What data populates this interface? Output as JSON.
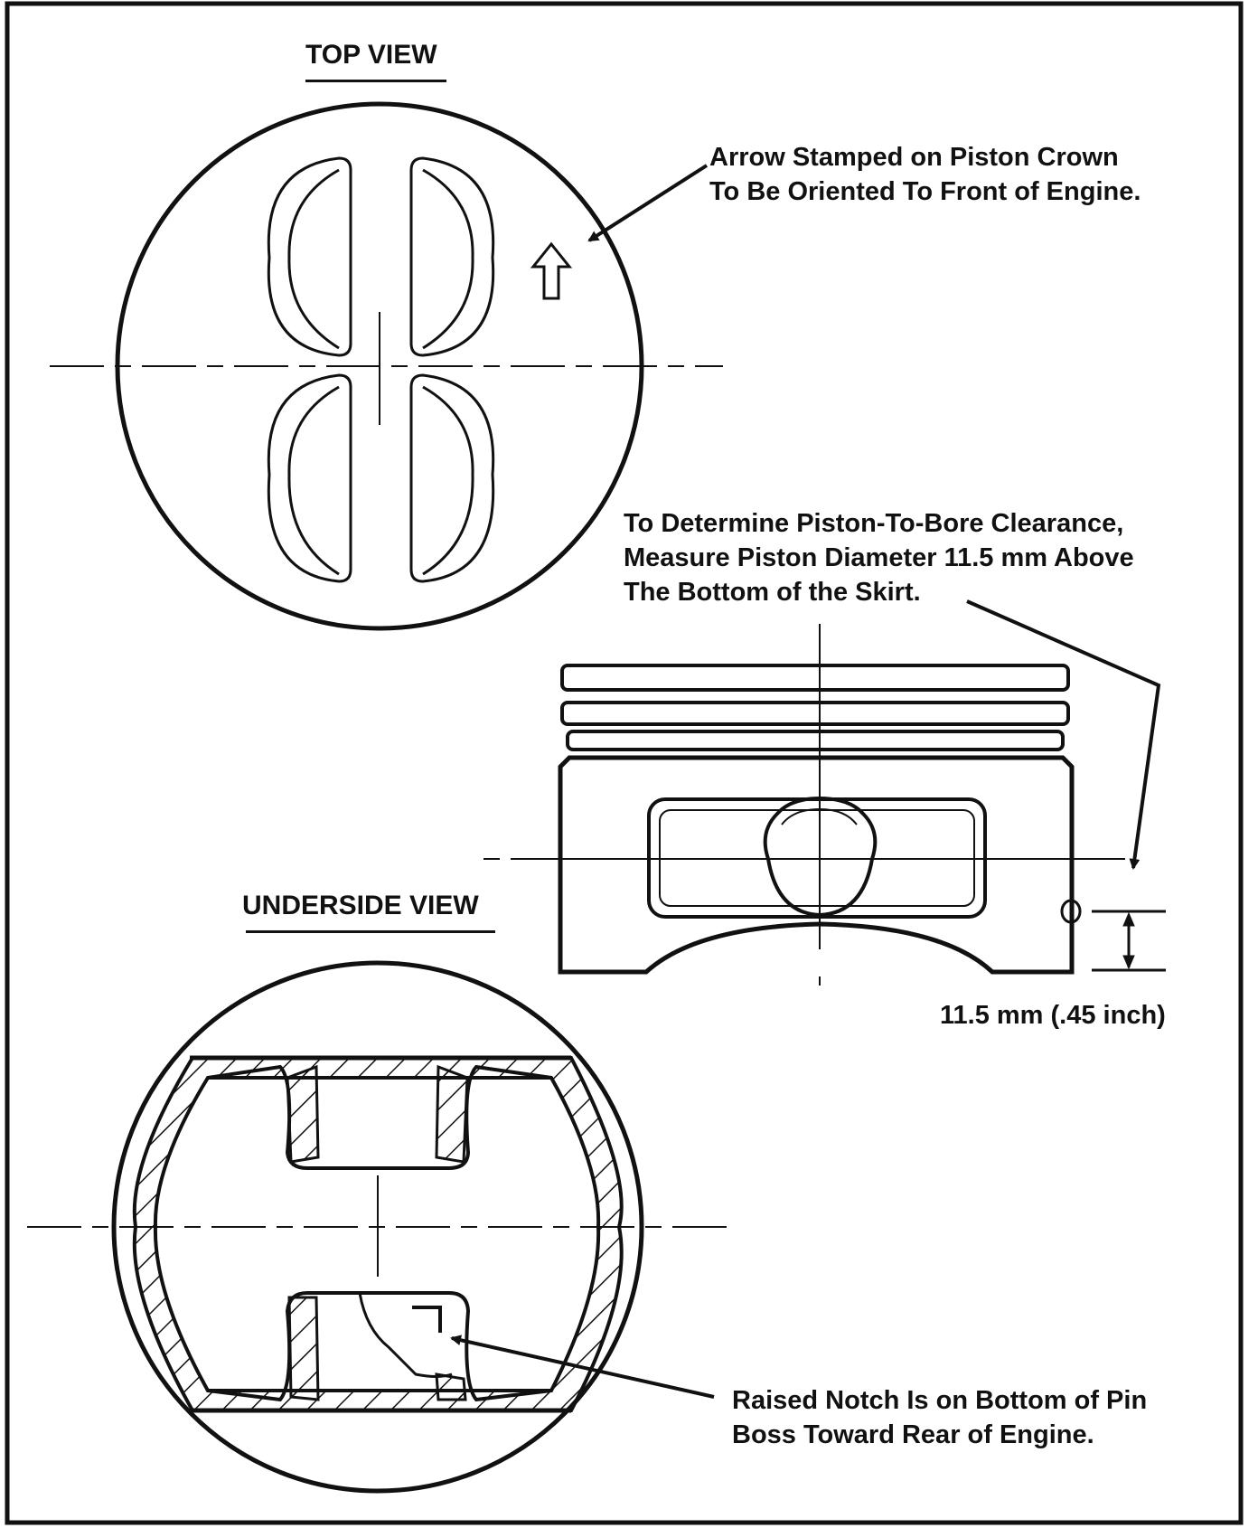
{
  "top_view": {
    "title": "TOP VIEW"
  },
  "underside_view": {
    "title": "UNDERSIDE VIEW"
  },
  "callouts": {
    "arrow_stamped": {
      "line1": "Arrow Stamped on Piston Crown",
      "line2": "To Be Oriented To Front of Engine."
    },
    "clearance": {
      "line1": "To Determine Piston-To-Bore Clearance,",
      "line2": "Measure Piston Diameter 11.5 mm Above",
      "line3": "The Bottom of the Skirt."
    },
    "measurement": "11.5 mm (.45 inch)",
    "raised_notch": {
      "line1": "Raised Notch Is on Bottom of Pin",
      "line2": "Boss Toward Rear of Engine."
    }
  },
  "colors": {
    "ink": "#111111",
    "paper": "#ffffff"
  }
}
